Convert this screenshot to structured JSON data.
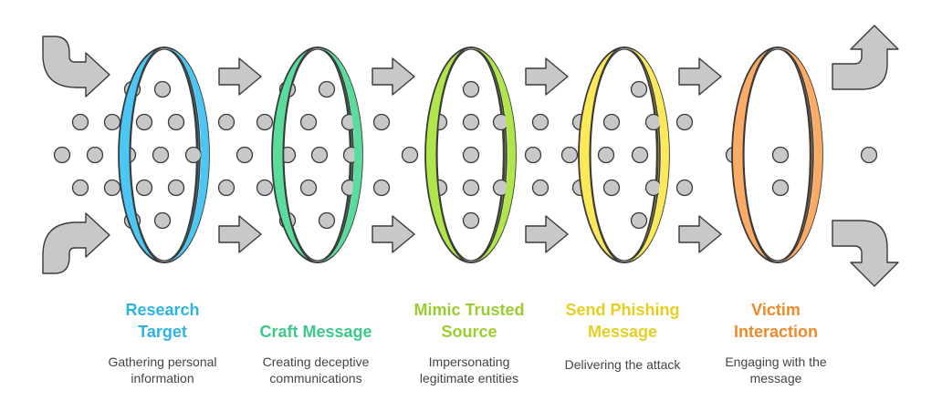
{
  "stages": [
    {
      "title": "Research\nTarget",
      "description": "Gathering personal\ninformation",
      "color": "#4cc6f2",
      "dark": "#2a9ed0",
      "title_color": "#2fb3e4"
    },
    {
      "title": "Craft Message",
      "description": "Creating deceptive\ncommunications",
      "color": "#59dc9c",
      "dark": "#2fb57a",
      "title_color": "#3dc98a"
    },
    {
      "title": "Mimic Trusted\nSource",
      "description": "Impersonating\nlegitimate entities",
      "color": "#b0e64a",
      "dark": "#86c22a",
      "title_color": "#9ccd2f"
    },
    {
      "title": "Send Phishing\nMessage",
      "description": "Delivering the attack",
      "color": "#fbe95a",
      "dark": "#e8cf24",
      "title_color": "#e7cf22"
    },
    {
      "title": "Victim\nInteraction",
      "description": "Engaging with the\nmessage",
      "color": "#fbab63",
      "dark": "#ef8a30",
      "title_color": "#f08a28"
    }
  ],
  "icons": {
    "inflow": "curved-arrow-in-icon",
    "flow": "right-arrow-icon",
    "outflow": "curved-arrow-out-icon",
    "particle": "dot-icon"
  },
  "colors": {
    "arrow_fill": "#c8c8c8",
    "arrow_stroke": "#3a3a3a",
    "dot_fill": "#c8c8c8"
  }
}
